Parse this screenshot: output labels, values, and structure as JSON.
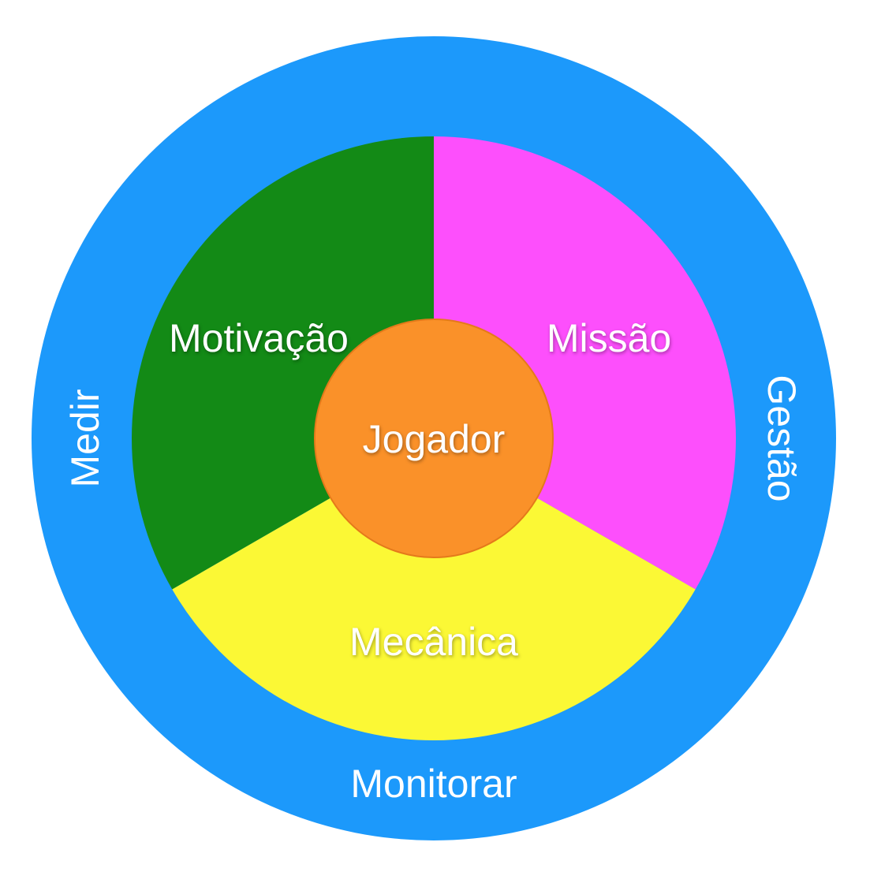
{
  "outer_ring": {
    "labels": {
      "left": "Medir",
      "right": "Gestão",
      "bottom": "Monitorar"
    },
    "color": "#1C99FB"
  },
  "segments": [
    {
      "label": "Motivação",
      "color": "#138A16"
    },
    {
      "label": "Missão",
      "color": "#FD4FFC"
    },
    {
      "label": "Mecânica",
      "color": "#FBF835"
    }
  ],
  "center": {
    "label": "Jogador",
    "color": "#FA9129",
    "border_color": "#E47A1A"
  }
}
